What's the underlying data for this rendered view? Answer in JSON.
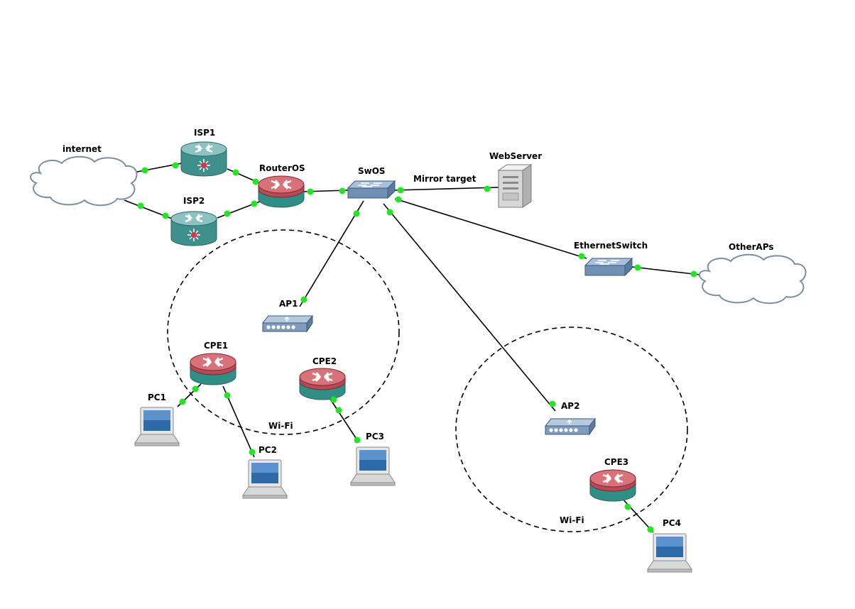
{
  "diagram": {
    "nodes": {
      "internet": {
        "label": "internet",
        "icon": "cloud-icon"
      },
      "isp1": {
        "label": "ISP1",
        "icon": "router-icon"
      },
      "isp2": {
        "label": "ISP2",
        "icon": "router-icon"
      },
      "routeros": {
        "label": "RouterOS",
        "icon": "router-icon"
      },
      "swos": {
        "label": "SwOS",
        "icon": "switch-icon"
      },
      "webserver": {
        "label": "WebServer",
        "icon": "server-icon"
      },
      "ethernetswitch": {
        "label": "EthernetSwitch",
        "icon": "switch-icon"
      },
      "otheraps": {
        "label": "OtherAPs",
        "icon": "cloud-icon"
      },
      "ap1": {
        "label": "AP1",
        "icon": "access-point-icon"
      },
      "ap2": {
        "label": "AP2",
        "icon": "access-point-icon"
      },
      "cpe1": {
        "label": "CPE1",
        "icon": "router-icon"
      },
      "cpe2": {
        "label": "CPE2",
        "icon": "router-icon"
      },
      "cpe3": {
        "label": "CPE3",
        "icon": "router-icon"
      },
      "pc1": {
        "label": "PC1",
        "icon": "laptop-icon"
      },
      "pc2": {
        "label": "PC2",
        "icon": "laptop-icon"
      },
      "pc3": {
        "label": "PC3",
        "icon": "laptop-icon"
      },
      "pc4": {
        "label": "PC4",
        "icon": "laptop-icon"
      }
    },
    "links": [
      {
        "from": "internet",
        "to": "isp1"
      },
      {
        "from": "internet",
        "to": "isp2"
      },
      {
        "from": "isp1",
        "to": "routeros"
      },
      {
        "from": "isp2",
        "to": "routeros"
      },
      {
        "from": "routeros",
        "to": "swos"
      },
      {
        "from": "swos",
        "to": "webserver",
        "label": "Mirror target"
      },
      {
        "from": "swos",
        "to": "ethernetswitch"
      },
      {
        "from": "ethernetswitch",
        "to": "otheraps"
      },
      {
        "from": "swos",
        "to": "ap1"
      },
      {
        "from": "swos",
        "to": "ap2"
      },
      {
        "from": "cpe1",
        "to": "pc1"
      },
      {
        "from": "cpe1",
        "to": "pc2"
      },
      {
        "from": "cpe2",
        "to": "pc3"
      },
      {
        "from": "cpe3",
        "to": "pc4"
      }
    ],
    "zones": [
      {
        "label": "Wi-Fi",
        "style": "dashed"
      },
      {
        "label": "Wi-Fi",
        "style": "dashed"
      }
    ],
    "colors": {
      "link_endpoint": "#22e622",
      "router_top": "#5f9ea0",
      "cpe_top": "#c0505a",
      "switch": "#7f9cbf",
      "cloud_stroke": "#7a8fa0"
    }
  }
}
